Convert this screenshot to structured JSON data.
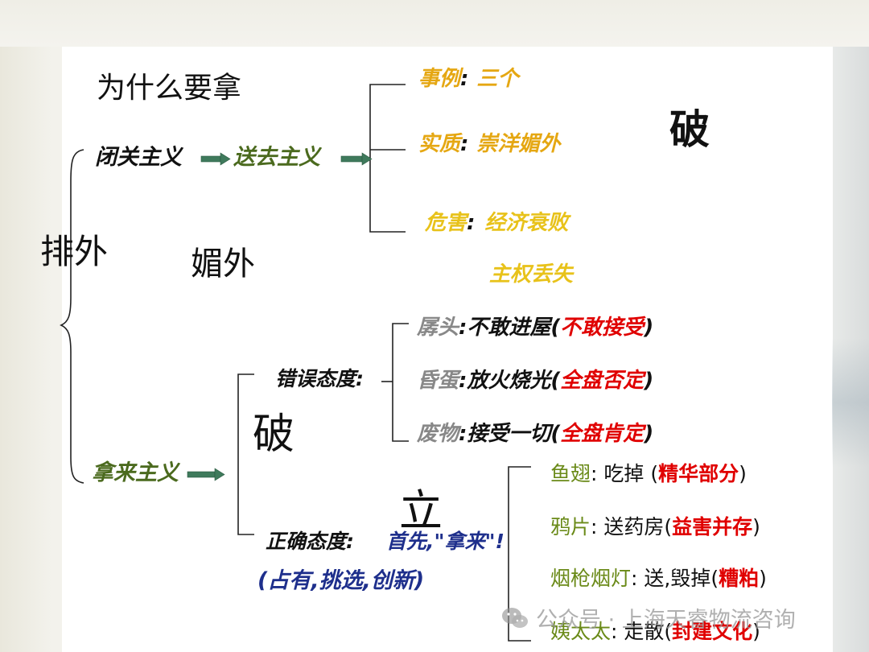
{
  "title": "为什么要拿",
  "left": {
    "exclude": "排外",
    "fawn": "媚外"
  },
  "po_big_top": "破",
  "po_mid": "破",
  "li": "立",
  "flow1": {
    "from": "闭关主义",
    "to": "送去主义"
  },
  "branch1": {
    "example_k": "事例",
    "example_v": "三个",
    "essence_k": "实质",
    "essence_v": "崇洋媚外",
    "harm_k": "危害",
    "harm_v1": "经济衰败",
    "harm_v2": "主权丢失",
    "colon": ":"
  },
  "flow2": {
    "from": "拿来主义"
  },
  "wrong": {
    "label": "错误态度:",
    "items": [
      {
        "k": "孱头",
        "m": ":不敢进屋(",
        "r": "不敢接受",
        "e": ")"
      },
      {
        "k": "昏蛋",
        "m": ":放火烧光(",
        "r": "全盘否定",
        "e": ")"
      },
      {
        "k": "废物",
        "m": ":接受一切(",
        "r": "全盘肯定",
        "e": ")"
      }
    ]
  },
  "right": {
    "label": "正确态度:",
    "first": "首先,\"拿来\"!",
    "actions": "(占有,挑选,创新)",
    "items": [
      {
        "k": "鱼翅",
        "c": ":",
        "m": " 吃掉 (",
        "r": "精华部分",
        "e": ")"
      },
      {
        "k": "鸦片",
        "c": ":",
        "m": " 送药房(",
        "r": "益害并存",
        "e": ")"
      },
      {
        "k": "烟枪烟灯",
        "c": ":",
        "m": " 送,毁掉(",
        "r": "糟粕",
        "e": ")"
      },
      {
        "k": "姨太太",
        "c": ":",
        "m": " 走散(",
        "r": "封建文化",
        "e": ")"
      }
    ]
  },
  "watermark": "公众号 · 上海天睿物流咨询",
  "colors": {
    "green_arrow": "#3f7a5c",
    "red": "#e00000",
    "gold": "#e5a712",
    "navy": "#1e2f8c",
    "olive": "#6a8a18"
  }
}
